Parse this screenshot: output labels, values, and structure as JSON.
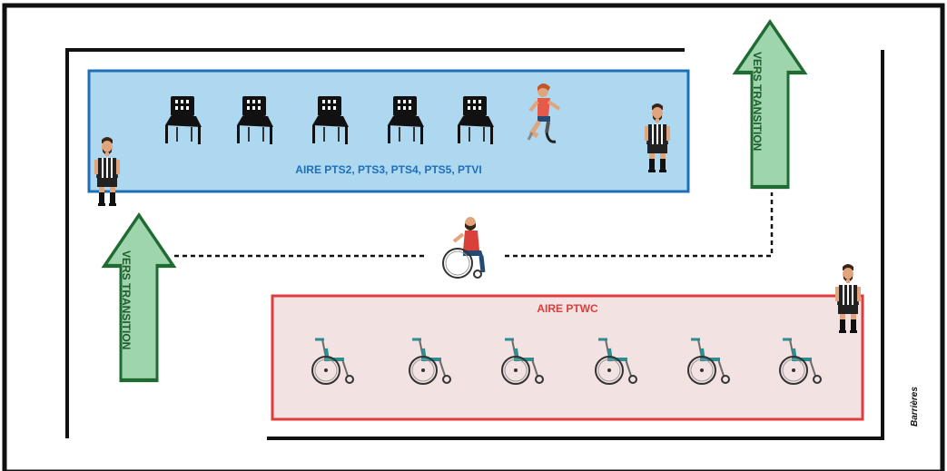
{
  "areas": {
    "standing": {
      "label": "AIRE PTS2, PTS3, PTS4, PTS5, PTVI",
      "fill": "#add8ef",
      "stroke": "#1f6fb8",
      "chair_count": 5
    },
    "wheelchair": {
      "label": "AIRE PTWC",
      "fill": "#f3e2e2",
      "stroke": "#e03c3c",
      "wheelchair_count": 6
    }
  },
  "arrows": {
    "label": "VERS TRANSITION",
    "fill": "#9ed5ad",
    "stroke": "#1f6b32"
  },
  "barriers": {
    "label": "Barrières",
    "color": "#111111"
  },
  "icons": {
    "chair": "chair-icon",
    "referee": "referee-icon",
    "runner": "prosthetic-runner-icon",
    "athlete_wheelchair": "wheelchair-athlete-icon",
    "wheelchair": "wheelchair-icon"
  }
}
